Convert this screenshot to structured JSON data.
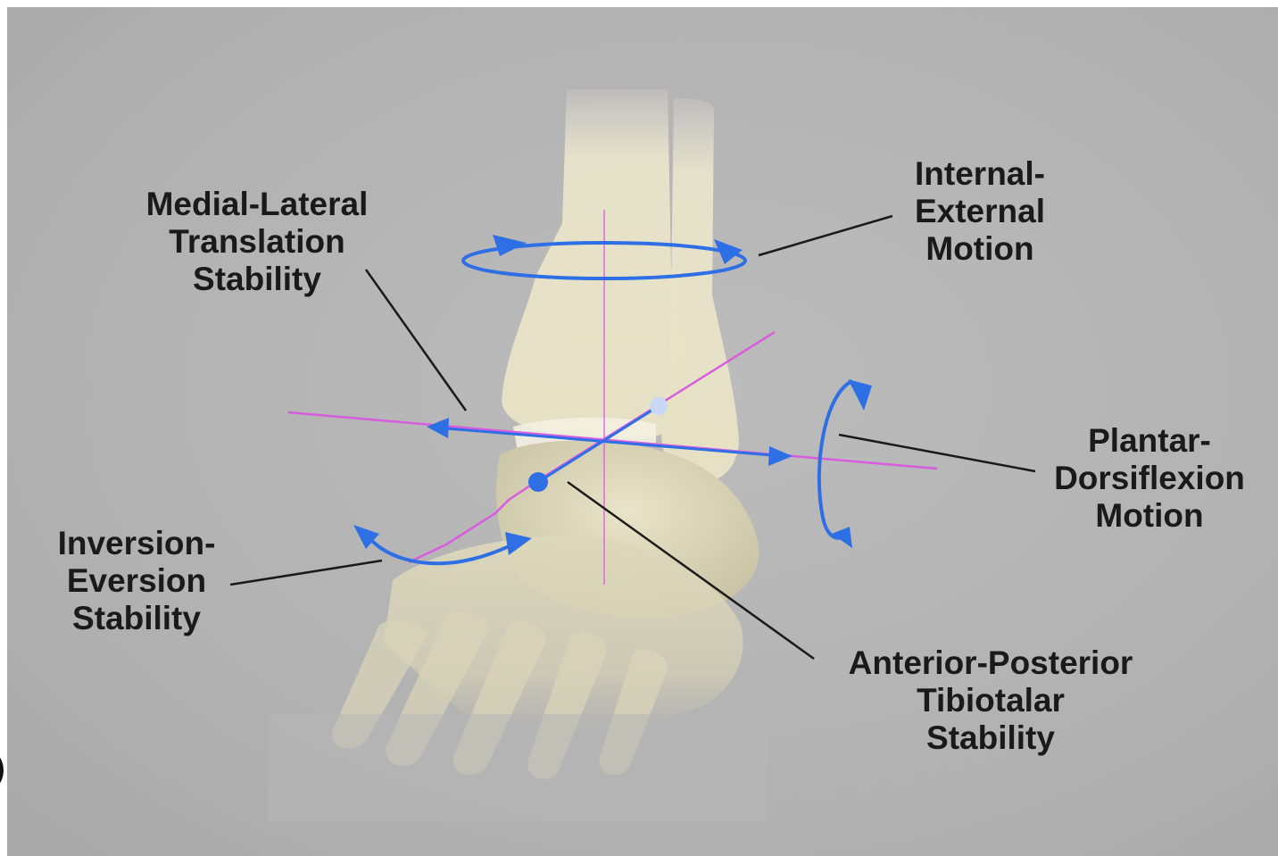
{
  "colors": {
    "background": "#b4b4b4",
    "bone": "#e4dfc2",
    "motion_arrow": "#2f6fe6",
    "axis_line": "#d85be0",
    "leader_line": "#1a1a1a",
    "label_text": "#1a1a1a"
  },
  "labels": {
    "medial_lateral": [
      "Medial-Lateral",
      "Translation",
      "Stability"
    ],
    "internal_external": [
      "Internal-",
      "External",
      "Motion"
    ],
    "plantar_dorsiflexion": [
      "Plantar-",
      "Dorsiflexion",
      "Motion"
    ],
    "inversion_eversion": [
      "Inversion-",
      "Eversion",
      "Stability"
    ],
    "anterior_posterior": [
      "Anterior-Posterior",
      "Tibiotalar",
      "Stability"
    ]
  }
}
